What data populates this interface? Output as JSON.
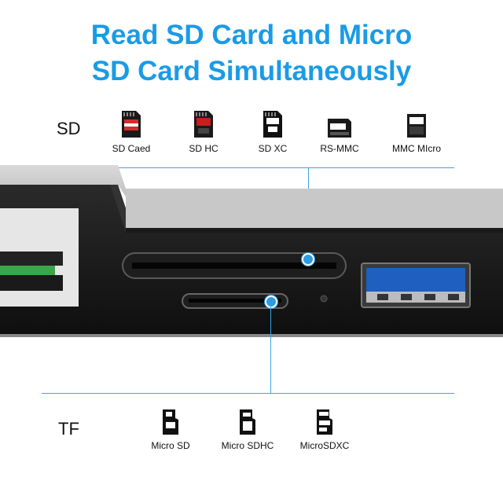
{
  "headline": {
    "line1": "Read SD Card and Micro",
    "line2": "SD Card Simultaneously"
  },
  "sd_section": {
    "label": "SD",
    "cards": [
      {
        "label": "SD Caed",
        "icon": "sd-card-icon"
      },
      {
        "label": "SD HC",
        "icon": "sdhc-card-icon"
      },
      {
        "label": "SD XC",
        "icon": "sdxc-card-icon"
      },
      {
        "label": "RS-MMC",
        "icon": "rs-mmc-card-icon"
      },
      {
        "label": "MMC MIcro",
        "icon": "mmc-micro-card-icon"
      }
    ]
  },
  "tf_section": {
    "label": "TF",
    "cards": [
      {
        "label": "Micro SD",
        "icon": "micro-sd-card-icon"
      },
      {
        "label": "Micro SDHC",
        "icon": "micro-sdhc-card-icon"
      },
      {
        "label": "MicroSDXC",
        "icon": "micro-sdxc-card-icon"
      }
    ]
  },
  "colors": {
    "accent": "#1a9be6",
    "callout_line": "#3aa7e3",
    "device_body": "#1c1c1c",
    "usb_port": "#1e5fbf"
  }
}
